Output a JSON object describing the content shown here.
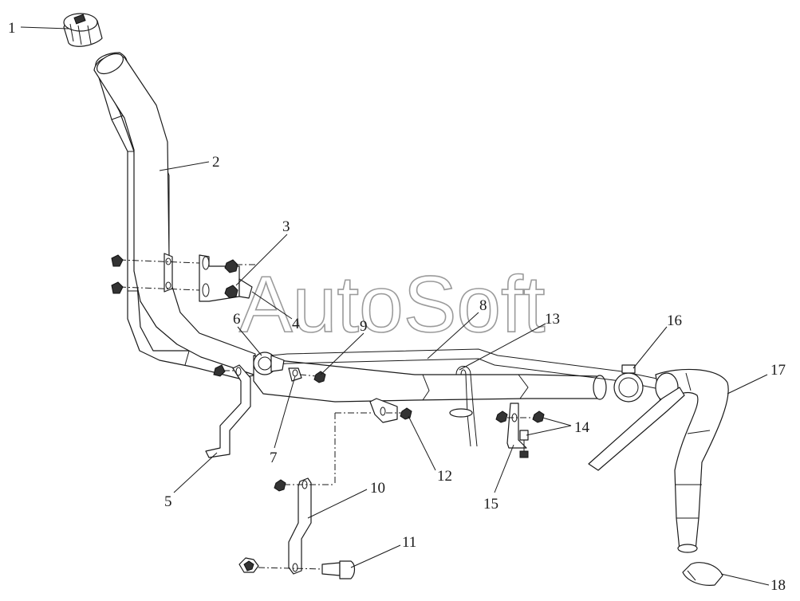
{
  "watermark": "AutoSoft",
  "callouts": {
    "c1": "1",
    "c2": "2",
    "c3": "3",
    "c4": "4",
    "c5": "5",
    "c6": "6",
    "c7": "7",
    "c8": "8",
    "c9": "9",
    "c10": "10",
    "c11": "11",
    "c12": "12",
    "c13": "13",
    "c14": "14",
    "c15": "15",
    "c16": "16",
    "c17": "17",
    "c18": "18"
  }
}
